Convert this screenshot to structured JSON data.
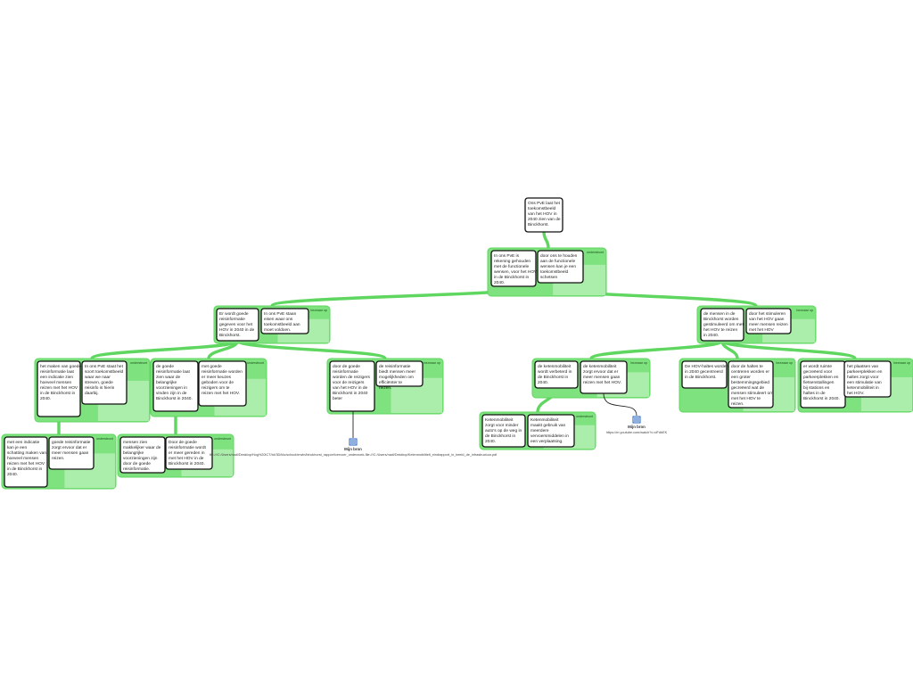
{
  "colors": {
    "connector": "#5fd65f",
    "panel_fill": "#7ee37e",
    "panel_label": "#3aa53a",
    "node_border": "#111111",
    "node_fill": "#ffffff",
    "source_icon": "#1f5fbf"
  },
  "labels": {
    "support": "ondersteunt",
    "objection": "bezwaar op"
  },
  "nodes": {
    "root": "Ons PvE laat het toekomstbeeld van het HOV in 2040 zien van de Binckhorst.",
    "a1": "In ons PvE is rekening gehouden met de functionele wensen, voor het HOV in de Binckhorst in 2040.",
    "a2": "door ons te houden aan de functionele wensen kan je een toekomstbeeld schetsen",
    "b1": "Er wordt goede reisinformatie gegeven voor het HOV in 2040 in de Binckhorst.",
    "b2": "In ons PvE staan eisen waar ons toekomstbeeld aan moet voldoen.",
    "b3": "de mensen in de Binckhorst worden gestimuleerd om met het HOV te reizen in 2040.",
    "b4": "door het stimuleren van het HOV gaan meer mensen reizen met het HOV",
    "c1": "het maken van goede reisinformatie laat een indicatie zien hoeveel mensen reizen met het HOV in de Binckhorst in 2040.",
    "c2": "In ons PvE staat het soort toekomstbeeld waar we naar streven, goede reisinfo is hierin daarbij.",
    "c3": "de goede reisinformatie laat zien waar de belangrijke voorzieningen in vinden zijn in de Binckhorst in 2040.",
    "c4": "met goede reisinformatie worden er meer keuzes geboden voor de reizigers om te reizen met het HOV.",
    "c5": "door de goede reisinformatie worden de reizigers voor de reizigers van het HOV in de Binckhorst in 2040 beter",
    "c6": "de reisinformatie biedt mensen meer mogelijkheden om efficiënter te reizen.",
    "c7": "de ketenmobiliteit wordt verbeterd in de Binckhorst in 2040.",
    "c8": "de ketenmobiliteit zorgt ervoor dat er meer mensen gaan reizen met het HOV.",
    "c9": "De HOV-haltes worden in 2040 gecentreerd in de Binckhorst.",
    "c10": "door de haltes te centreren worden er een groter bestemmingsgebied gecreëerd wat de mensen stimuleert om met het HOV te reizen.",
    "c11": "er wordt ruimte gecreëerd voor parkeerplekken en fietsenstallingen bij stations en haltes in de Binckhorst in 2040.",
    "c12": "het plaatsen van parkeerplekken en haltes zorgt voor een stimulatie van ketenmobiliteit in het HOV.",
    "d1": "met een indicatie kan je een schatting maken van hoeveel mensen reizen met het HOV in de Binckhorst in 2040.",
    "d2": "goede reisinformatie zorgt ervoor dat er meer mensen gaan reizen.",
    "d3": "mensen zien makkelijker waar de belangrijke voorzieningen zijn door de goede reisinformatie.",
    "d4": "Door de goede reisinformatie wordt er meer gereden in met het HOV in de Binckhorst in 2040.",
    "d5": "Ketenmobiliteit zorgt voor minder auto's op de weg in de Binckhorst in 2040.",
    "d6": "Ketenmobiliteit maakt gebruik van meerdere vervoersmiddelen in een verplaatsing."
  },
  "sources": [
    {
      "id": "s1",
      "title": "Mijn bron",
      "url": "file:///C:/Users/nadi/Desktop/Hog%20ICT/ict/3D/klu/school/erwin/binckhorst_rapport/vervoer_onderzoek-file:///C:/Users/nadi/Desktop/Ketenmobiliteit_eindrapport_in_beeld_de_infrastructuur.pdf"
    },
    {
      "id": "s2",
      "title": "Mijn bron",
      "url": "https://m.youtube.com/watch?v=dFdbEK"
    }
  ]
}
